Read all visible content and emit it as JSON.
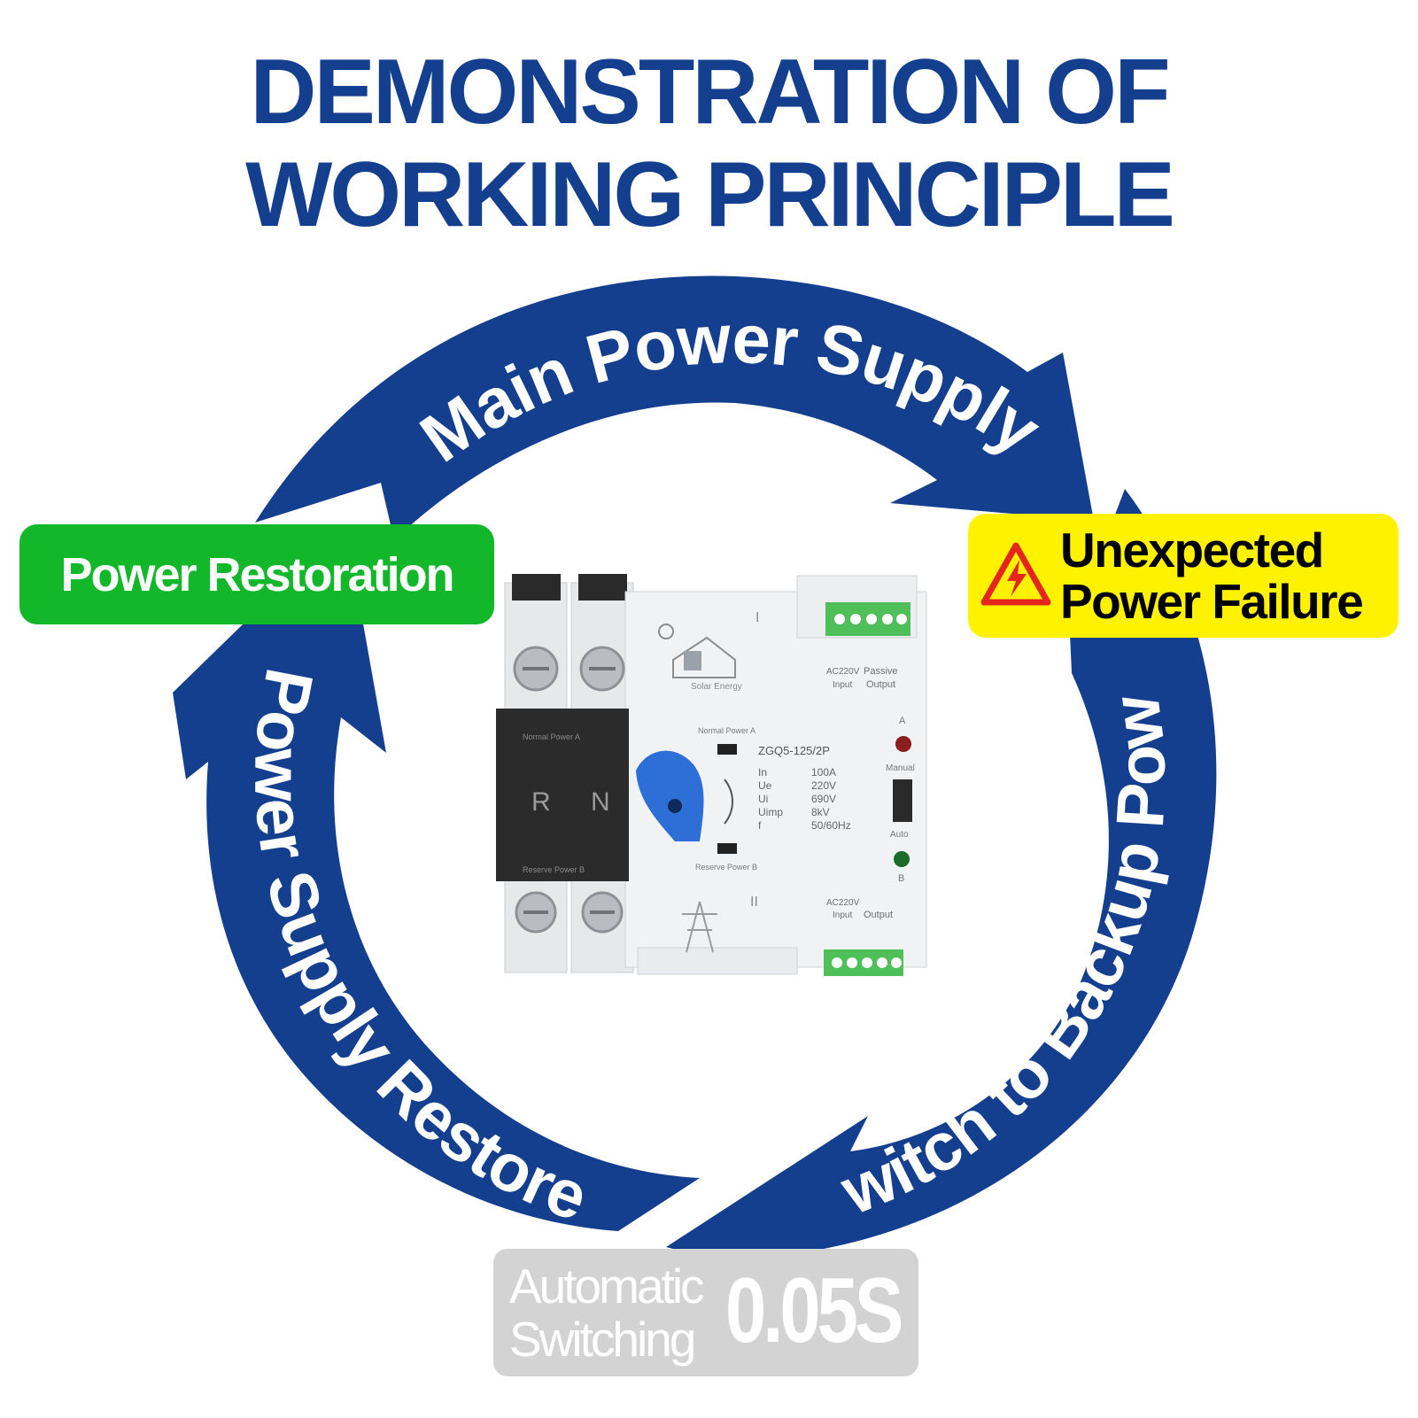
{
  "title": {
    "line1": "DEMONSTRATION OF",
    "line2": "WORKING PRINCIPLE"
  },
  "cycle": {
    "top": "Main Power Supply",
    "right": "Switch to Backup Power",
    "left": "Power Supply Restored"
  },
  "badges": {
    "restoration": "Power Restoration",
    "failure_line1": "Unexpected",
    "failure_line2": "Power Failure",
    "switching_line1": "Automatic",
    "switching_line2": "Switching",
    "switching_time": "0.05S"
  },
  "device": {
    "model": "ZGQ5-125/2P",
    "logo_caption": "Solar Energy",
    "phase_r": "R",
    "phase_n": "N",
    "normal_power": "Normal Power A",
    "reserve_power": "Reserve Power B",
    "ac_input": "AC220V",
    "input": "Input",
    "passive": "Passive",
    "output": "Output",
    "manual": "Manual",
    "auto": "Auto",
    "indicator_a": "A",
    "indicator_b": "B",
    "terminal_1": "I",
    "terminal_2": "II",
    "specs": [
      {
        "k": "In",
        "v": "100A"
      },
      {
        "k": "Ue",
        "v": "220V"
      },
      {
        "k": "Ui",
        "v": "690V"
      },
      {
        "k": "Uimp",
        "v": "8kV"
      },
      {
        "k": "f",
        "v": "50/60Hz"
      }
    ]
  },
  "colors": {
    "arrow_blue": "#143f8f",
    "green": "#12b82a",
    "yellow": "#fff200",
    "gray": "#d3d3d3",
    "switch_blue": "#2d6fd6",
    "warning_red": "#e4261c"
  }
}
